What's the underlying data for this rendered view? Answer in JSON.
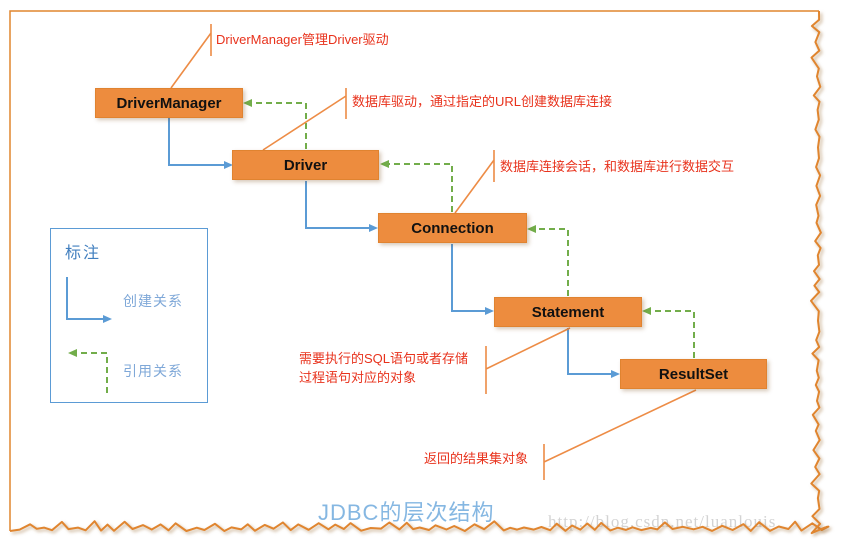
{
  "frame": {
    "title": "JDBC的层次结构",
    "watermark": "http://blog.csdn.net/luanlouis"
  },
  "nodes": [
    {
      "id": "driver-manager",
      "label": "DriverManager"
    },
    {
      "id": "driver",
      "label": "Driver"
    },
    {
      "id": "connection",
      "label": "Connection"
    },
    {
      "id": "statement",
      "label": "Statement"
    },
    {
      "id": "resultset",
      "label": "ResultSet"
    }
  ],
  "annotations": [
    {
      "for": "DriverManager",
      "text": "DriverManager管理Driver驱动"
    },
    {
      "for": "Driver",
      "text": "数据库驱动，通过指定的URL创建数据库连接"
    },
    {
      "for": "Connection",
      "text": "数据库连接会话，和数据库进行数据交互"
    },
    {
      "for": "Statement",
      "text": "需要执行的SQL语句或者存储\n过程语句对应的对象"
    },
    {
      "for": "ResultSet",
      "text": "返回的结果集对象"
    }
  ],
  "legend": {
    "title": "标注",
    "items": [
      {
        "label": "创建关系",
        "style": "solid-blue-arrow"
      },
      {
        "label": "引用关系",
        "style": "dashed-green-arrow"
      }
    ]
  },
  "colors": {
    "node_fill": "#ED8C3E",
    "node_border": "#E08330",
    "creation_arrow": "#5B9BD5",
    "reference_arrow": "#72AD4A",
    "annotation_text": "#E8321C",
    "callout_line": "#ED8C46",
    "frame_border": "#E0852F",
    "title_text": "#85B7E2",
    "legend_border": "#5B9BD5"
  }
}
